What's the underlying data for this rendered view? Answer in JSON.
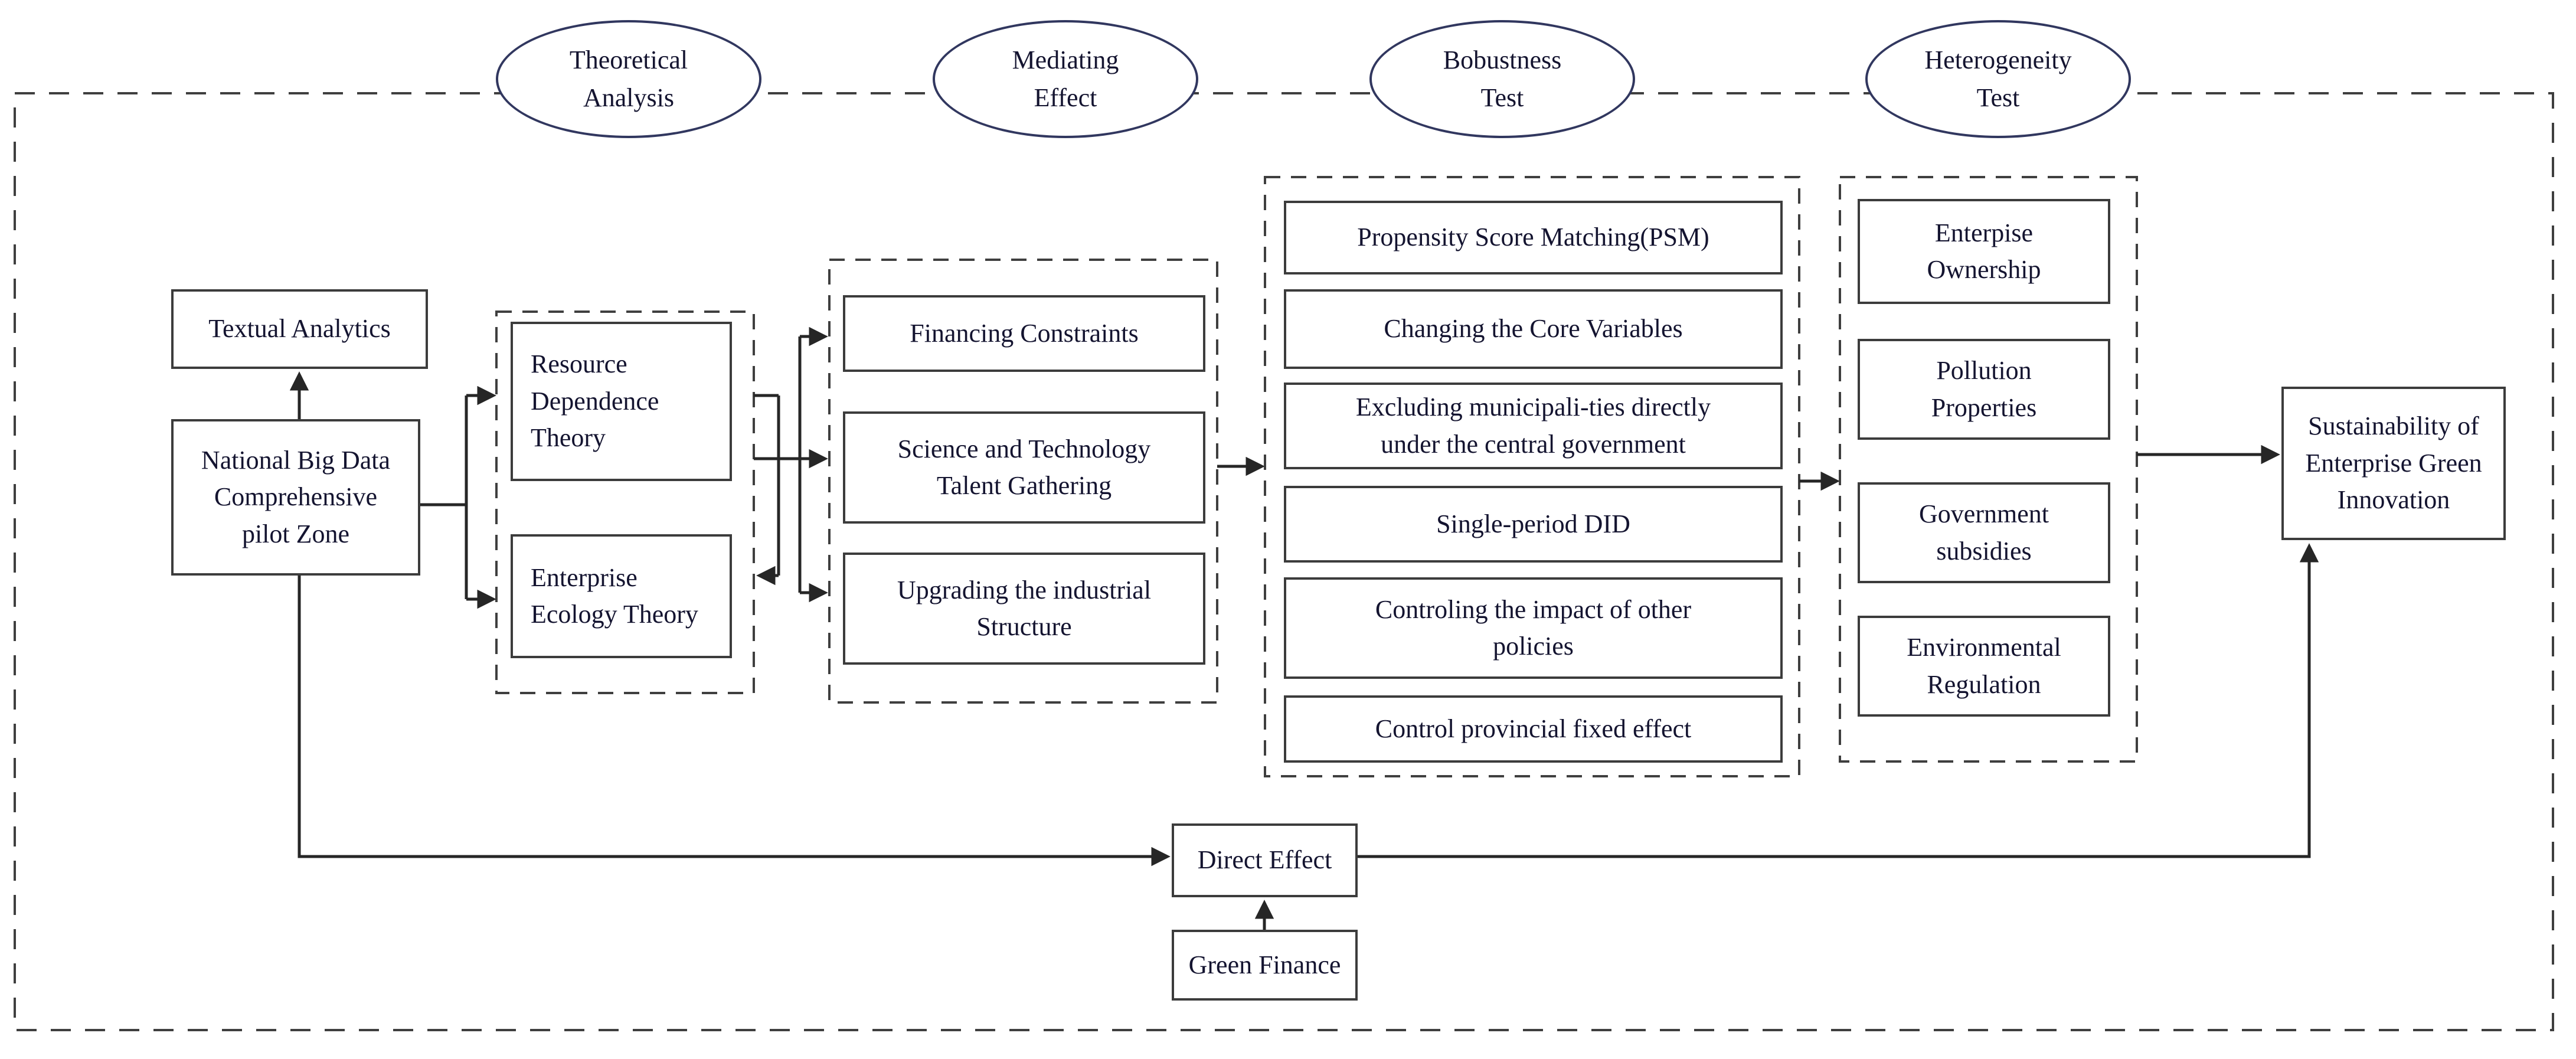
{
  "stages": [
    "Theoretical\nAnalysis",
    "Mediating\nEffect",
    "Bobustness\nTest",
    "Heterogeneity\nTest"
  ],
  "source": {
    "textual_analytics": "Textual Analytics",
    "national_big_data": "National Big Data\nComprehensive\npilot Zone"
  },
  "theory": [
    "Resource\nDependence\nTheory",
    "Enterprise\nEcology Theory"
  ],
  "mediating": [
    "Financing Constraints",
    "Science and Technology\nTalent Gathering",
    "Upgrading the industrial\nStructure"
  ],
  "robustness": [
    "Propensity Score Matching(PSM)",
    "Changing the Core Variables",
    "Excluding municipali-ties directly\nunder the central government",
    "Single-period DID",
    "Controling the impact of other\npolicies",
    "Control provincial fixed effect"
  ],
  "heterogeneity": [
    "Enterpise\nOwnership",
    "Pollution\nProperties",
    "Government\nsubsidies",
    "Environmental\nRegulation"
  ],
  "outcome": "Sustainability of\nEnterprise Green\nInnovation",
  "direct_path": {
    "direct_effect": "Direct Effect",
    "green_finance": "Green Finance"
  },
  "colors": {
    "background": "#ffffff",
    "box_border": "#3c3c3c",
    "dashed_border": "#3f3f3f",
    "ellipse_border": "#31375f",
    "text": "#141430",
    "connector": "#262626"
  }
}
